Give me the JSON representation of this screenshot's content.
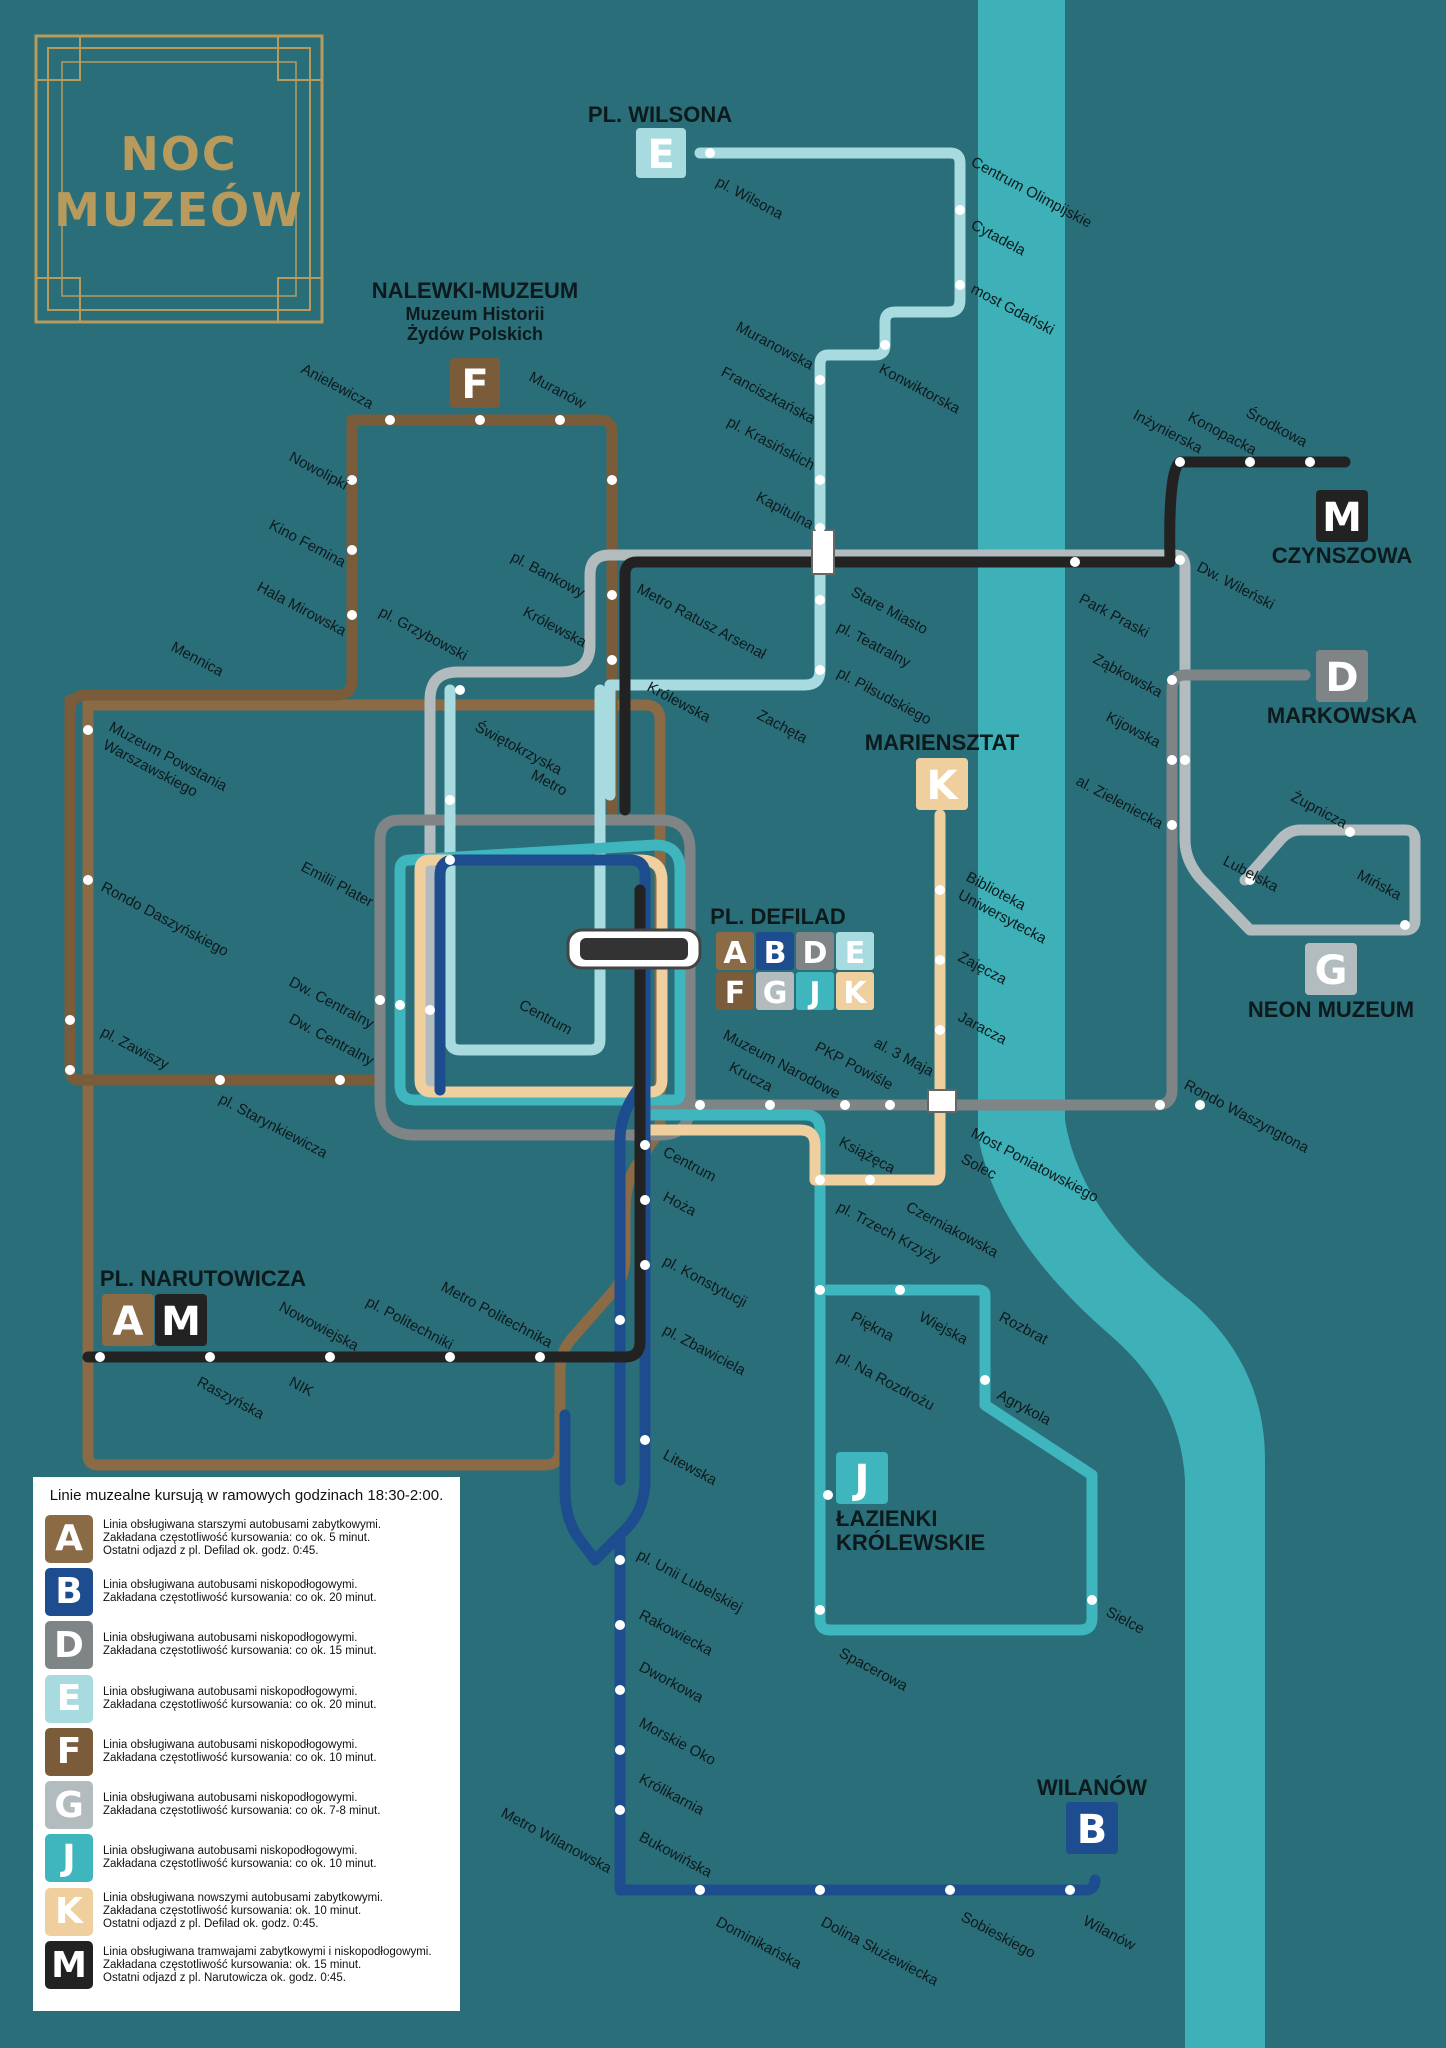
{
  "logo": {
    "line1": "NOC",
    "line2": "MUZEÓW"
  },
  "colors": {
    "background": "#2a6e7a",
    "river": "#3db0b8",
    "A": "#8a6b45",
    "B": "#1e4d8f",
    "D": "#7f8587",
    "E": "#a7dbe0",
    "F": "#7a5b3a",
    "G": "#b2bcbf",
    "J": "#3fb6be",
    "K": "#f0cf9e",
    "M": "#222222"
  },
  "terminals": {
    "E": {
      "name": "PL. WILSONA",
      "letter": "E"
    },
    "F": {
      "name": "NALEWKI-MUZEUM",
      "sub1": "Muzeum Historii",
      "sub2": "Żydów Polskich",
      "letter": "F"
    },
    "M": {
      "name": "CZYNSZOWA",
      "letter": "M"
    },
    "D": {
      "name": "MARKOWSKA",
      "letter": "D"
    },
    "K": {
      "name": "MARIENSZTAT",
      "letter": "K"
    },
    "G": {
      "name": "NEON MUZEUM",
      "letter": "G"
    },
    "PD": {
      "name": "PL. DEFILAD",
      "letters": [
        "A",
        "B",
        "D",
        "E",
        "F",
        "G",
        "J",
        "K"
      ]
    },
    "AM": {
      "name": "PL. NARUTOWICZA",
      "letters": [
        "A",
        "M"
      ]
    },
    "J": {
      "name1": "ŁAZIENKI",
      "name2": "KRÓLEWSKIE",
      "letter": "J"
    },
    "B": {
      "name": "WILANÓW",
      "letter": "B"
    }
  },
  "stations": {
    "s01": "pl. Wilsona",
    "s02": "Centrum Olimpijskie",
    "s03": "Cytadela",
    "s04": "most Gdański",
    "s05": "Muranowska",
    "s06": "Konwiktorska",
    "s07": "Franciszkańska",
    "s08": "pl. Krasińskich",
    "s09": "Kapitulna",
    "s10": "Anielewicza",
    "s11": "Muranów",
    "s12": "Nowolipki",
    "s13": "Kino Femina",
    "s14": "Hala Mirowska",
    "s15": "pl. Bankowy",
    "s16": "Królewska",
    "s17": "pl. Grzybowski",
    "s18": "Metro Ratusz Arsenał",
    "s19": "Stare Miasto",
    "s20": "pl. Teatralny",
    "s21": "pl. Piłsudskiego",
    "s22": "Zachęta",
    "s23": "Królewska",
    "s24": "Mennica",
    "s25": "Muzeum Powstania",
    "s26": "Warszawskiego",
    "s27": "Metro",
    "s28": "Świętokrzyska",
    "s29": "Emilii Plater",
    "s30": "Rondo Daszyńskiego",
    "s31": "Dw. Centralny",
    "s32": "Dw. Centralny",
    "s33": "pl. Zawiszy",
    "s34": "pl. Starynkiewicza",
    "s35": "Centrum",
    "s36": "Inżynierska",
    "s37": "Konopacka",
    "s38": "Środkowa",
    "s39": "Dw. Wileński",
    "s40": "Park Praski",
    "s41": "Ząbkowska",
    "s42": "Kijowska",
    "s43": "al. Zieleniecka",
    "s44": "Żupnicza",
    "s45": "Lubelska",
    "s46": "Mińska",
    "s47": "Biblioteka",
    "s48": "Uniwersytecka",
    "s49": "Zajęcza",
    "s50": "Jaracza",
    "s51": "al. 3 Maja",
    "s52": "PKP Powiśle",
    "s53": "Muzeum Narodowe",
    "s54": "Krucza",
    "s55": "Rondo Waszyngtona",
    "s56": "Most Poniatowskiego",
    "s57": "Solec",
    "s58": "Książęca",
    "s59": "Centrum",
    "s60": "Hoża",
    "s61": "pl. Trzech Krzyży",
    "s62": "Czerniakowska",
    "s63": "pl. Konstytucji",
    "s64": "Metro Politechnika",
    "s65": "pl. Politechniki",
    "s66": "Nowowiejska",
    "s67": "NIK",
    "s68": "Raszyńska",
    "s69": "pl. Zbawiciela",
    "s70": "Piękna",
    "s71": "Wiejska",
    "s72": "Rozbrat",
    "s73": "pl. Na Rozdrożu",
    "s74": "Agrykola",
    "s75": "Litewska",
    "s76": "pl. Unii Lubelskiej",
    "s77": "Sielce",
    "s78": "Rakowiecka",
    "s79": "Spacerowa",
    "s80": "Dworkowa",
    "s81": "Morskie Oko",
    "s82": "Królikarnia",
    "s83": "Bukowińska",
    "s84": "Metro Wilanowska",
    "s85": "Dominikańska",
    "s86": "Dolina Służewiecka",
    "s87": "Sobieskiego",
    "s88": "Wilanów"
  },
  "legend": {
    "header": "Linie muzealne kursują w ramowych godzinach 18:30-2:00.",
    "entries": [
      {
        "letter": "A",
        "color": "#8a6b45",
        "text": "Linia obsługiwana starszymi autobusami zabytkowymi.\nZakładana częstotliwość kursowania: co ok. 5 minut.\nOstatni odjazd z pl. Defilad ok. godz. 0:45."
      },
      {
        "letter": "B",
        "color": "#1e4d8f",
        "text": "Linia obsługiwana autobusami niskopodłogowymi.\nZakładana częstotliwość kursowania: co ok. 20 minut."
      },
      {
        "letter": "D",
        "color": "#7f8587",
        "text": "Linia obsługiwana autobusami niskopodłogowymi.\nZakładana częstotliwość kursowania: co ok. 15 minut."
      },
      {
        "letter": "E",
        "color": "#a7dbe0",
        "text": "Linia obsługiwana autobusami niskopodłogowymi.\nZakładana częstotliwość kursowania: co ok. 20 minut."
      },
      {
        "letter": "F",
        "color": "#7a5b3a",
        "text": "Linia obsługiwana autobusami niskopodłogowymi.\nZakładana częstotliwość kursowania: co ok. 10 minut."
      },
      {
        "letter": "G",
        "color": "#b2bcbf",
        "text": "Linia obsługiwana autobusami niskopodłogowymi.\nZakładana częstotliwość kursowania: co ok. 7-8 minut."
      },
      {
        "letter": "J",
        "color": "#3fb6be",
        "text": "Linia obsługiwana autobusami niskopodłogowymi.\nZakładana częstotliwość kursowania: co ok. 10 minut."
      },
      {
        "letter": "K",
        "color": "#f0cf9e",
        "text": "Linia obsługiwana nowszymi autobusami zabytkowymi.\nZakładana częstotliwość kursowania: ok. 10 minut.\nOstatni odjazd z pl. Defilad ok. godz. 0:45."
      },
      {
        "letter": "M",
        "color": "#222222",
        "text": "Linia obsługiwana tramwajami zabytkowymi i niskopodłogowymi.\nZakładana częstotliwość kursowania: ok. 15 minut.\nOstatni odjazd z pl. Narutowicza ok. godz. 0:45."
      }
    ]
  }
}
